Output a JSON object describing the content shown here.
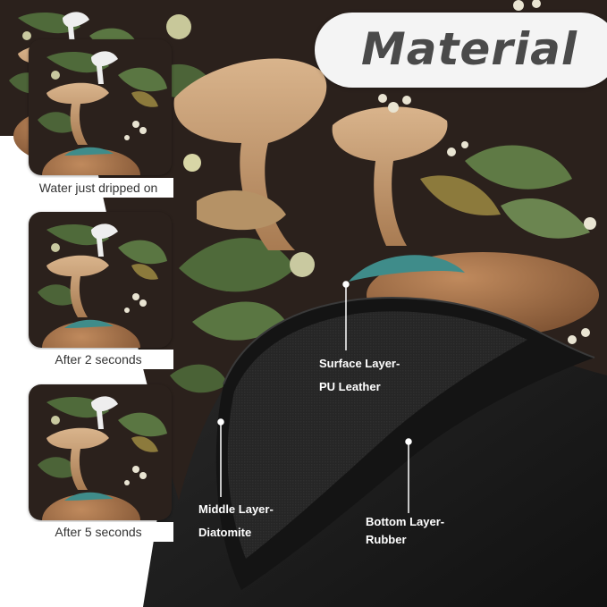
{
  "header": {
    "title": "Material"
  },
  "thumbnails": [
    {
      "caption": "Water just dripped on"
    },
    {
      "caption": "After 2 seconds"
    },
    {
      "caption": "After 5 seconds"
    }
  ],
  "layers": {
    "surface": {
      "line1": "Surface Layer-",
      "line2": "PU Leather"
    },
    "middle": {
      "line1": "Middle Layer-",
      "line2": "Diatomite"
    },
    "bottom": {
      "line1": "Bottom Layer-",
      "line2": "Rubber"
    }
  },
  "colors": {
    "pattern_background": "#2b211c",
    "mushroom_tan": "#c9a27a",
    "rubber_base": "#1e1e1e",
    "title_pill": "#f4f4f4",
    "title_text": "#4a4a4a"
  }
}
